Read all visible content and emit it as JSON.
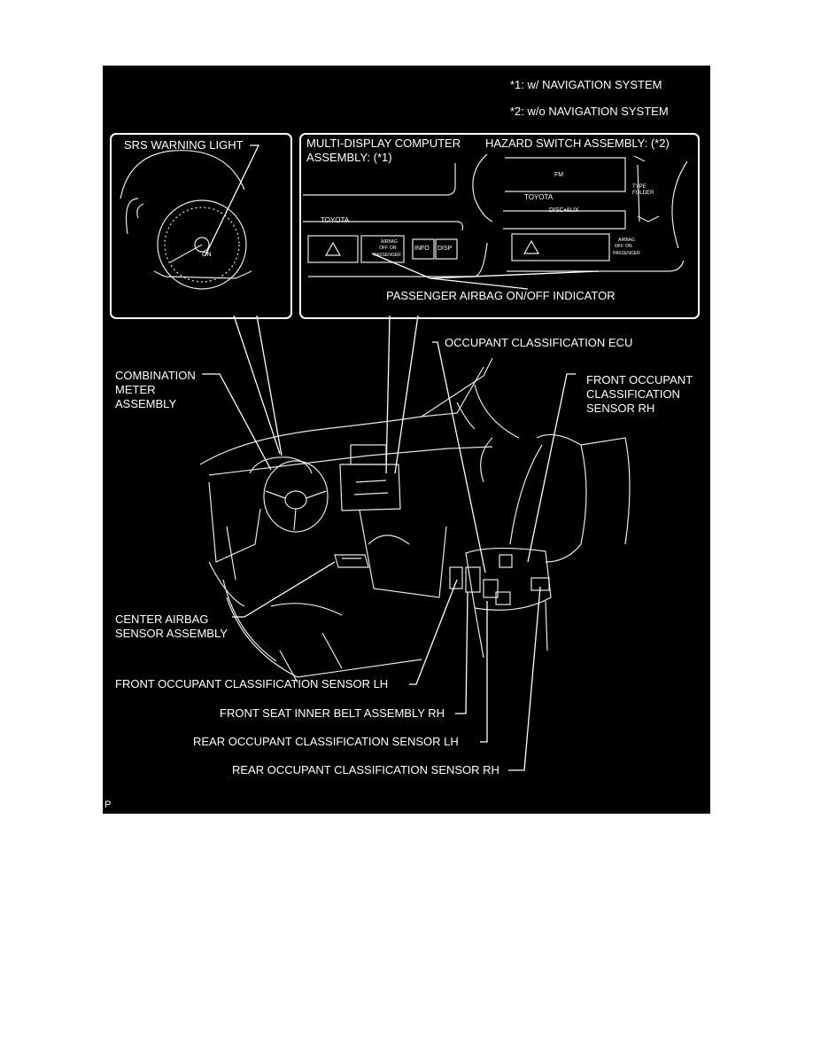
{
  "notes": {
    "w_navigation": "*1: w/ NAVIGATION SYSTEM",
    "wo_navigation": "*2: w/o NAVIGATION SYSTEM"
  },
  "insets": {
    "srs_warning_light": "SRS WARNING LIGHT",
    "multi_display": "MULTI-DISPLAY COMPUTER\nASSEMBLY: (*1)",
    "hazard_switch": "HAZARD SWITCH ASSEMBLY: (*2)",
    "passenger_indicator": "PASSENGER AIRBAG ON/OFF INDICATOR"
  },
  "panel_text": {
    "brand": "TOYOTA",
    "info": "INFO",
    "disp": "DISP",
    "airbag": "AIRBAG",
    "off": "OFF",
    "on": "ON",
    "passenger": "PASSENGER",
    "fm": "FM",
    "disc_aux": "DISC•AUX",
    "type_folder": "TYPE\nFOLDER",
    "srs_symbol": "ON"
  },
  "callouts": {
    "occupant_ecu": "OCCUPANT CLASSIFICATION ECU",
    "combination_meter": "COMBINATION\nMETER\nASSEMBLY",
    "front_occupant_rh": "FRONT OCCUPANT\nCLASSIFICATION\nSENSOR RH",
    "center_airbag": "CENTER AIRBAG\nSENSOR ASSEMBLY",
    "front_occupant_lh": "FRONT OCCUPANT CLASSIFICATION SENSOR LH",
    "front_seat_belt_rh": "FRONT SEAT INNER BELT ASSEMBLY RH",
    "rear_occupant_lh": "REAR OCCUPANT CLASSIFICATION SENSOR LH",
    "rear_occupant_rh": "REAR OCCUPANT CLASSIFICATION SENSOR RH"
  },
  "corner_mark": "P"
}
